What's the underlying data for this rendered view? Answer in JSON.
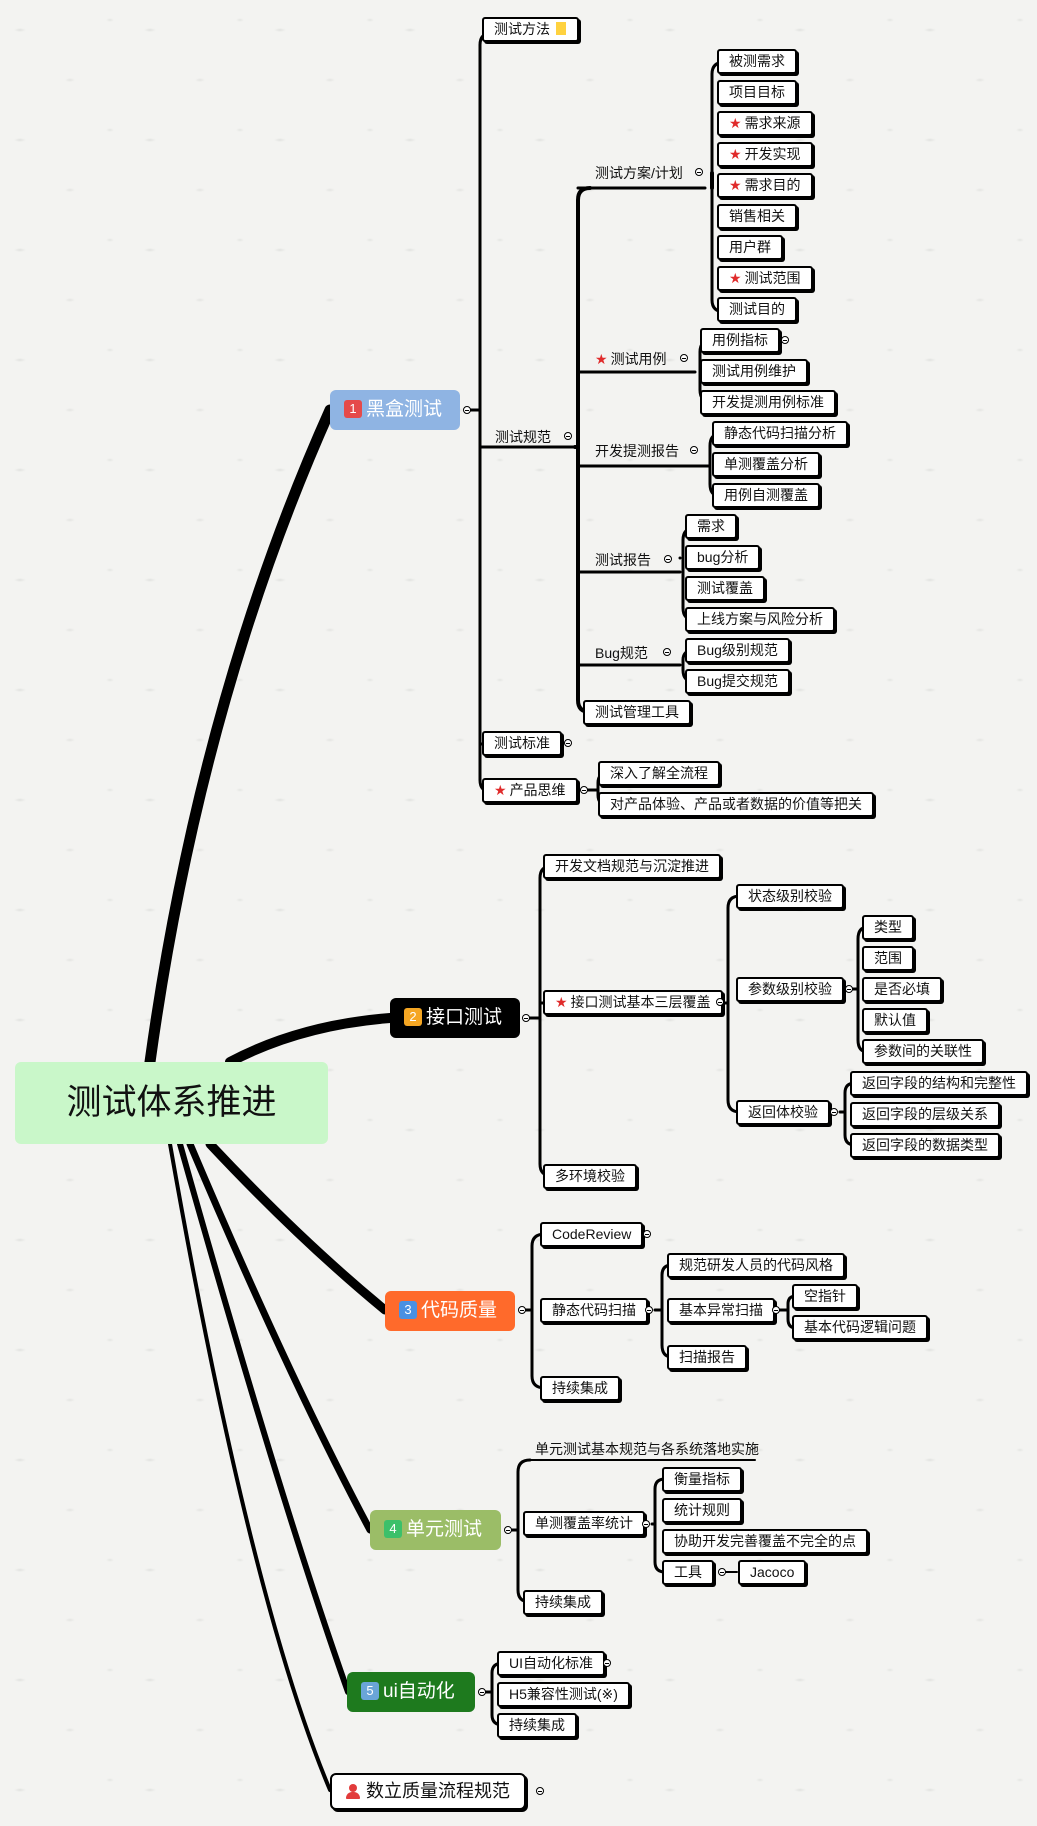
{
  "root": "测试体系推进",
  "branches": {
    "b1": {
      "num": "1",
      "label": "黑盒测试",
      "color": "#8fb4e3",
      "num_color": "#e54a4a"
    },
    "b2": {
      "num": "2",
      "label": "接口测试",
      "color": "#000000",
      "num_color": "#f5a623"
    },
    "b3": {
      "num": "3",
      "label": "代码质量",
      "color": "#ff6a2b",
      "num_color": "#4a90e2"
    },
    "b4": {
      "num": "4",
      "label": "单元测试",
      "color": "#9bbd67",
      "num_color": "#3cc06a"
    },
    "b5": {
      "num": "5",
      "label": "ui自动化",
      "color": "#1e7a1e",
      "num_color": "#6aa5d8"
    },
    "b6": {
      "label": "数立质量流程规范"
    }
  },
  "blackbox": {
    "test_method": "测试方法",
    "spec": "测试规范",
    "plan": "测试方案/计划",
    "plan_items": [
      "被测需求",
      "项目目标",
      "需求来源",
      "开发实现",
      "需求目的",
      "销售相关",
      "用户群",
      "测试范围",
      "测试目的"
    ],
    "cases": "测试用例",
    "case_items": [
      "用例指标",
      "测试用例维护",
      "开发提测用例标准"
    ],
    "dev_report": "开发提测报告",
    "dev_report_items": [
      "静态代码扫描分析",
      "单测覆盖分析",
      "用例自测覆盖"
    ],
    "test_report": "测试报告",
    "test_report_items": [
      "需求",
      "bug分析",
      "测试覆盖",
      "上线方案与风险分析"
    ],
    "bug_spec": "Bug规范",
    "bug_items": [
      "Bug级别规范",
      "Bug提交规范"
    ],
    "tools": "测试管理工具",
    "standard": "测试标准",
    "product": "产品思维",
    "product_items": [
      "深入了解全流程",
      "对产品体验、产品或者数据的价值等把关"
    ]
  },
  "api": {
    "doc": "开发文档规范与沉淀推进",
    "cover": "接口测试基本三层覆盖",
    "status": "状态级别校验",
    "param": "参数级别校验",
    "param_items": [
      "类型",
      "范围",
      "是否必填",
      "默认值",
      "参数间的关联性"
    ],
    "resp": "返回体校验",
    "resp_items": [
      "返回字段的结构和完整性",
      "返回字段的层级关系",
      "返回字段的数据类型"
    ],
    "multi_env": "多环境校验"
  },
  "code": {
    "review": "CodeReview",
    "static": "静态代码扫描",
    "style": "规范研发人员的代码风格",
    "basic": "基本异常扫描",
    "basic_items": [
      "空指针",
      "基本代码逻辑问题"
    ],
    "report": "扫描报告",
    "ci": "持续集成"
  },
  "unit": {
    "spec": "单元测试基本规范与各系统落地实施",
    "coverage": "单测覆盖率统计",
    "coverage_items": [
      "衡量指标",
      "统计规则",
      "协助开发完善覆盖不完全的点"
    ],
    "tool": "工具",
    "tool_item": "Jacoco",
    "ci": "持续集成"
  },
  "ui": {
    "items": [
      "UI自动化标准",
      "H5兼容性测试(※)",
      "持续集成"
    ]
  }
}
